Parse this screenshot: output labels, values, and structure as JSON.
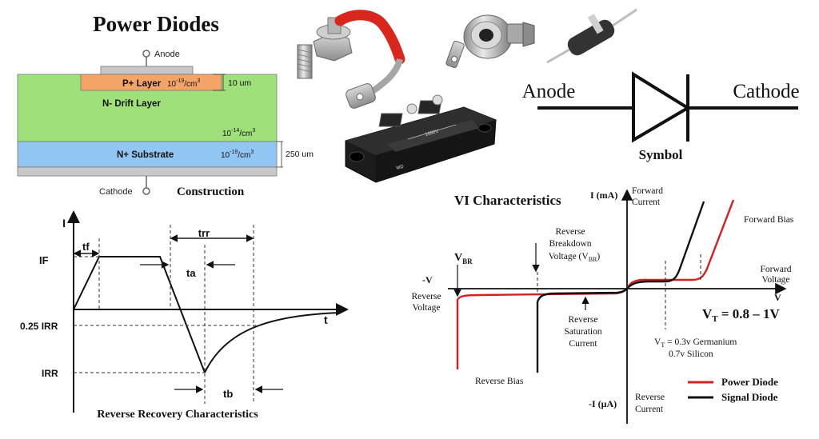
{
  "title": "Power Diodes",
  "construction": {
    "anode_label": "Anode",
    "p_layer_label": "P+ Layer",
    "p_layer_doping": "10",
    "p_layer_doping_exp": "-19",
    "p_layer_doping_unit": "/cm",
    "p_layer_doping_unit_exp": "3",
    "p_thickness": "10 um",
    "n_drift_label": "N- Drift Layer",
    "n_drift_doping": "10",
    "n_drift_doping_exp": "-14",
    "n_drift_doping_unit": "/cm",
    "n_drift_doping_unit_exp": "3",
    "n_sub_label": "N+ Substrate",
    "n_sub_doping": "10",
    "n_sub_doping_exp": "-19",
    "n_sub_doping_unit": "/cm",
    "n_sub_doping_unit_exp": "3",
    "n_sub_thickness": "250 um",
    "cathode_label": "Cathode",
    "caption": "Construction",
    "colors": {
      "p_layer": "#f5a468",
      "n_drift": "#9fe07a",
      "n_sub": "#92c6f2",
      "contact": "#c8c8c8"
    }
  },
  "photos": {
    "stud_diode": "stud-mount-power-diode-photo",
    "disk_diode": "disk-power-diode-photo",
    "axial_diode": "axial-lead-diode-photo",
    "module": "diode-module-photo",
    "module_label": "1600V",
    "module_mark": "MD"
  },
  "symbol": {
    "anode_label": "Anode",
    "cathode_label": "Cathode",
    "caption": "Symbol"
  },
  "reverse_recovery": {
    "caption": "Reverse Recovery Characteristics",
    "y_axis": "I",
    "x_axis": "t",
    "labels": {
      "tf": "tf",
      "trr": "trr",
      "ta": "ta",
      "tb": "tb",
      "if": "IF",
      "irr_quarter": "0.25 IRR",
      "irr": "IRR"
    }
  },
  "vi": {
    "title": "VI Characteristics",
    "y_pos": "I (mA)",
    "y_neg": "-I (μA)",
    "forward_current": [
      "Forward",
      "Current"
    ],
    "reverse_current": [
      "Reverse",
      "Current"
    ],
    "x_pos": "V",
    "x_neg": "-V",
    "forward_voltage": [
      "Forward",
      "Voltage"
    ],
    "reverse_voltage": [
      "Reverse",
      "Voltage"
    ],
    "vbr": "V",
    "vbr_sub": "BR",
    "breakdown": [
      "Reverse",
      "Breakdown"
    ],
    "breakdown_voltage": "Voltage (V",
    "breakdown_voltage_sub": "BR",
    "breakdown_voltage_end": ")",
    "saturation": [
      "Reverse",
      "Saturation",
      "Current"
    ],
    "forward_bias": "Forward Bias",
    "reverse_bias": "Reverse Bias",
    "vt_big": "V",
    "vt_big_sub": "T",
    "vt_big_value": " = 0.8 – 1V",
    "vt_small": "V",
    "vt_small_sub": "T",
    "vt_small_value": " = 0.3v Germanium",
    "vt_small_value2": "0.7v Silicon",
    "legend": [
      {
        "name": "Power Diode",
        "color": "#d32020"
      },
      {
        "name": "Signal Diode",
        "color": "#111111"
      }
    ]
  }
}
